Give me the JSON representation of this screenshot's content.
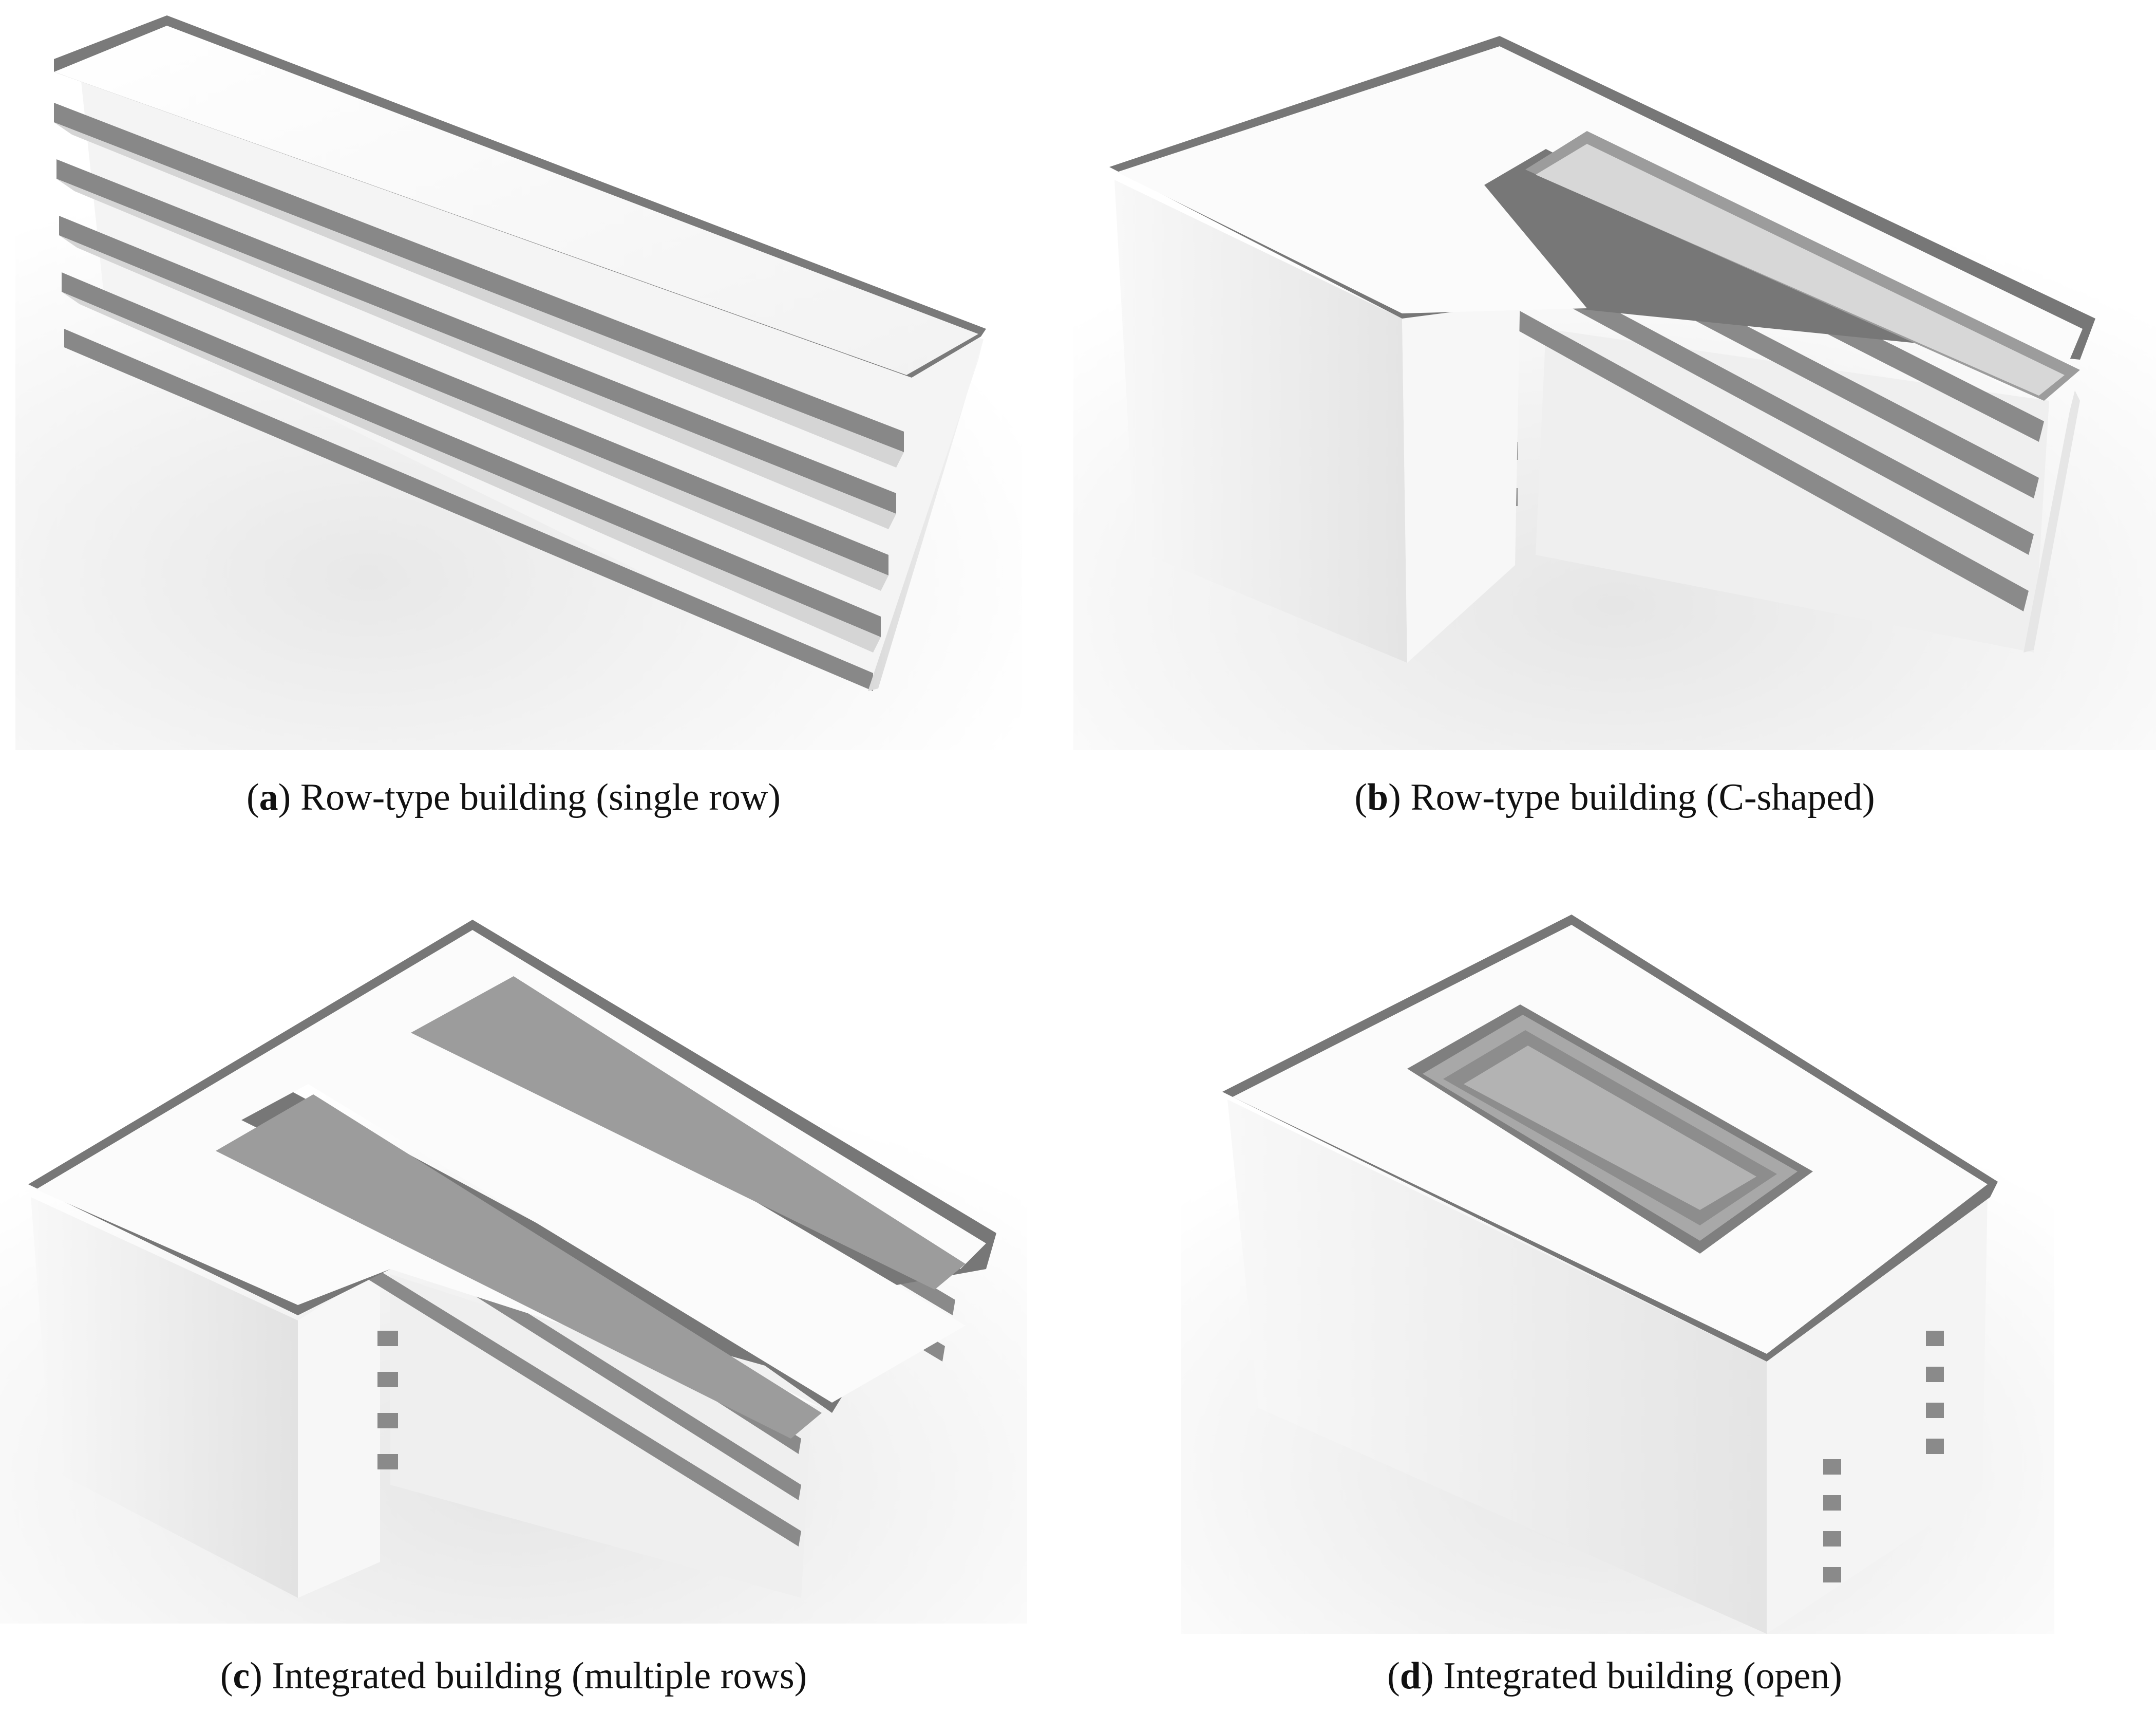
{
  "figure": {
    "panels": [
      {
        "letter": "a",
        "title": "Row-type building (single row)"
      },
      {
        "letter": "b",
        "title": "Row-type building (C-shaped)"
      },
      {
        "letter": "c",
        "title": "Integrated building (multiple rows)"
      },
      {
        "letter": "d",
        "title": "Integrated building (open)"
      }
    ]
  }
}
